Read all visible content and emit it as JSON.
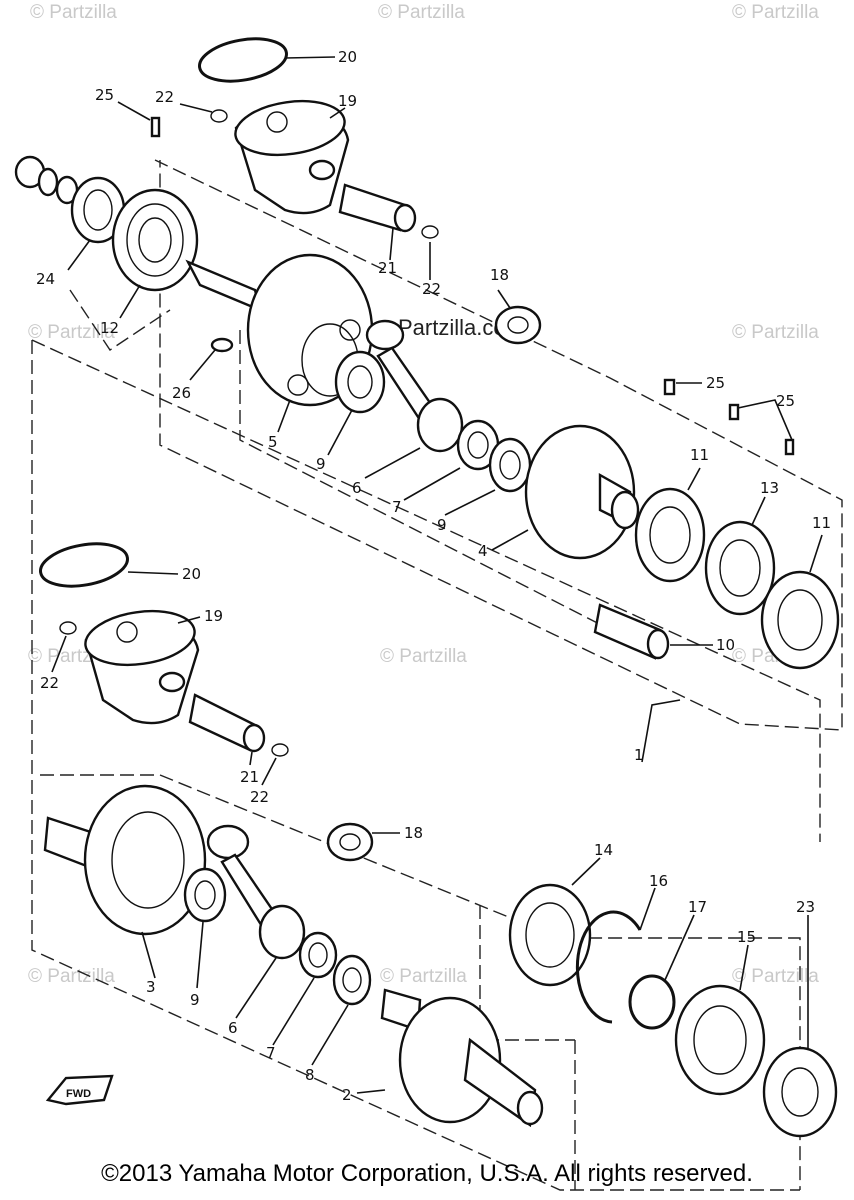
{
  "watermark_text": "© Partzilla",
  "center_watermark": "Partzilla.com",
  "copyright": "©2013 Yamaha Motor Corporation, U.S.A. All rights reserved.",
  "fwd_label": "FWD",
  "callouts": {
    "c20a": "20",
    "c19a": "19",
    "c22a": "22",
    "c25a": "25",
    "c24": "24",
    "c12": "12",
    "c21a": "21",
    "c22b": "22",
    "c18a": "18",
    "c26": "26",
    "c5": "5",
    "c9a": "9",
    "c6a": "6",
    "c7a": "7",
    "c9b": "9",
    "c4": "4",
    "c25b": "25",
    "c25c": "25",
    "c11a": "11",
    "c13": "13",
    "c11b": "11",
    "c10": "10",
    "c20b": "20",
    "c19b": "19",
    "c22c": "22",
    "c21b": "21",
    "c22d": "22",
    "c1": "1",
    "c18b": "18",
    "c14": "14",
    "c16": "16",
    "c17": "17",
    "c23": "23",
    "c15": "15",
    "c3": "3",
    "c9c": "9",
    "c6b": "6",
    "c7b": "7",
    "c8": "8",
    "c2": "2"
  }
}
